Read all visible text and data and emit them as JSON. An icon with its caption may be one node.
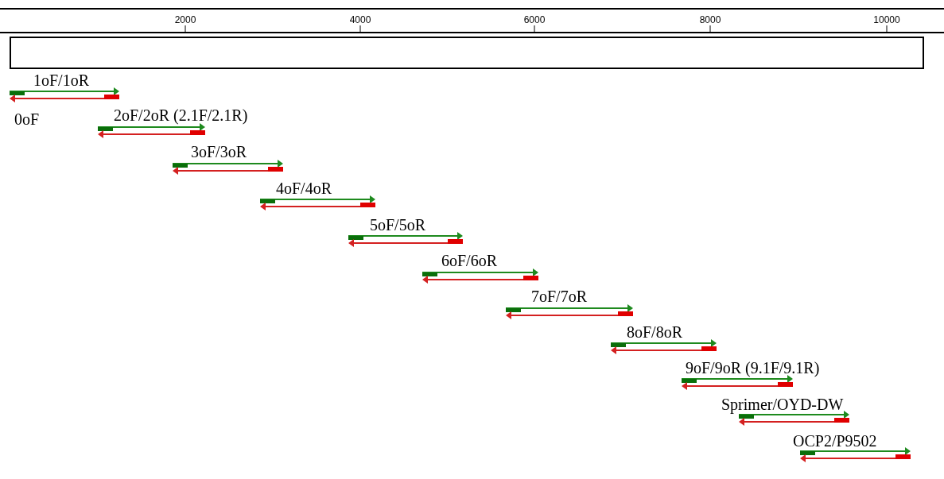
{
  "diagram": {
    "nodes": [
      {
        "text": [],
        "shape": "bar"
      }
    ],
    "labels": [
      "2000",
      "4000",
      "6000",
      "8000",
      "10000",
      "1oF/1oR",
      "0oF",
      "2oF/2oR (2.1F/2.1R)",
      "3oF/3oR",
      "4oF/4oR",
      "5oF/5oR",
      "6oF/6oR",
      "7oF/7oR",
      "8oF/8oR",
      "9oF/9oR (9.1F/9.1R)",
      "Sprimer/OYD-DW",
      "OCP2/P9502"
    ]
  }
}
